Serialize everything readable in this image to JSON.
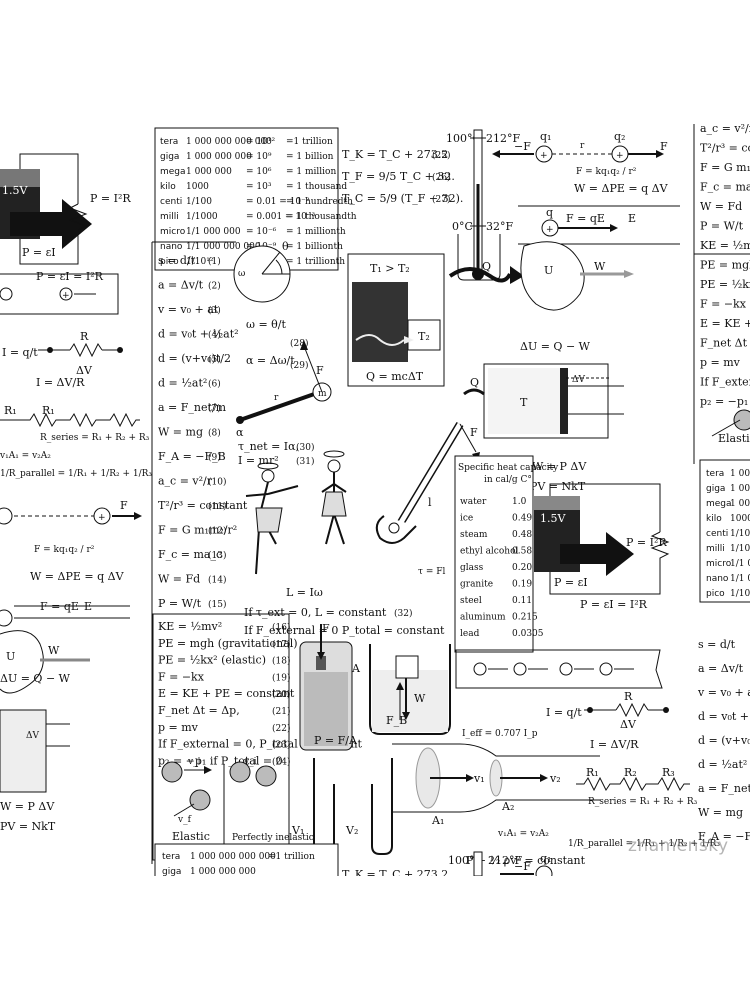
{
  "prefix_table": {
    "rows": [
      {
        "name": "tera",
        "value": "1 000 000 000 000",
        "power": "= 10¹²",
        "word": "=1 trillion"
      },
      {
        "name": "giga",
        "value": "1 000 000 000",
        "power": "= 10⁹",
        "word": "= 1 billion"
      },
      {
        "name": "mega",
        "value": "1 000 000",
        "power": "= 10⁶",
        "word": "= 1 million"
      },
      {
        "name": "kilo",
        "value": "1000",
        "power": "= 10³",
        "word": "= 1 thousand"
      },
      {
        "name": "centi",
        "value": "1/100",
        "power": "= 0.01 = 10⁻²",
        "word": "= 1 hundredth"
      },
      {
        "name": "milli",
        "value": "1/1000",
        "power": "= 0.001 = 10⁻³",
        "word": "= 1 thousandth"
      },
      {
        "name": "micro",
        "value": "1/1 000 000",
        "power": "= 10⁻⁶",
        "word": "= 1 millionth"
      },
      {
        "name": "nano",
        "value": "1/1 000 000 000",
        "power": "= 10⁻⁹",
        "word": "= 1 billionth"
      },
      {
        "name": "pico",
        "value": "1/10¹²",
        "power": "= 10⁻¹²",
        "word": "= 1 trillionth"
      }
    ]
  },
  "temperature": {
    "eqs": [
      "T_K = T_C + 273.2",
      "T_F = 9/5 T_C + 32.",
      "T_C = 5/9 (T_F − 32)."
    ],
    "nums": [
      "(25)",
      "(26)",
      "(27)"
    ]
  },
  "thermometer": {
    "c100": "100°C",
    "f212": "212°F",
    "c0": "0°C",
    "f32": "32°F"
  },
  "coulomb": {
    "q1": "q₁",
    "q2": "q₂",
    "r": "r",
    "F": "F",
    "minusF": "−F",
    "eq": "F = kq₁q₂ / r²",
    "w": "W = ΔPE = q ΔV",
    "q": "q",
    "feq": "F = qE",
    "E": "E"
  },
  "battery": {
    "label": "1.5V",
    "p": "P = I²R",
    "pe": "P = εI",
    "pei": "P = εI = I²R"
  },
  "current": {
    "i": "I = q/t",
    "r": "R",
    "dv": "ΔV",
    "ir": "I = ΔV/R"
  },
  "kinematics": {
    "items": [
      {
        "eq": "s = d/t",
        "n": "(1)"
      },
      {
        "eq": "a = Δv/t",
        "n": "(2)"
      },
      {
        "eq": "v = v₀ + at",
        "n": "(3)"
      },
      {
        "eq": "d = v₀t + ½at²",
        "n": "(4)"
      },
      {
        "eq": "d = (v+v₀)t/2",
        "n": "(5)"
      },
      {
        "eq": "d = ½at²",
        "n": "(6)"
      },
      {
        "eq": "a = F_net/m",
        "n": "(7)"
      },
      {
        "eq": "W = mg",
        "n": "(8)"
      },
      {
        "eq": "F_A = −F_B",
        "n": "(9)"
      },
      {
        "eq": "a_c = v²/r",
        "n": "(10)"
      },
      {
        "eq": "T²/r³ = constant",
        "n": "(11)"
      },
      {
        "eq": "F = G m₁m₂/r²",
        "n": "(12)"
      },
      {
        "eq": "F_c = ma_c",
        "n": "(13)"
      },
      {
        "eq": "W = Fd",
        "n": "(14)"
      },
      {
        "eq": "P = W/t",
        "n": "(15)"
      }
    ]
  },
  "rotation": {
    "w": "ω = θ/t",
    "wn": "(28)",
    "a": "α = Δω/t",
    "an": "(29)",
    "theta": "θ",
    "omega": "ω",
    "alpha": "α",
    "r": "r",
    "m": "m",
    "F": "F",
    "tau": "τ_net = Iα,",
    "taun": "(30)",
    "i": "I = mr²",
    "in": "(31)",
    "L": "L = Iω",
    "lc": "If τ_ext = 0,   L = constant",
    "lcn": "(32)",
    "pc": "If F_external = 0   P_total = constant"
  },
  "heat": {
    "t12": "T₁ > T₂",
    "t2": "T₂",
    "q": "Q",
    "qeq": "Q = mcΔT",
    "U": "U",
    "W": "W",
    "du": "ΔU = Q − W",
    "dv": "ΔV",
    "T": "T",
    "wp": "W = P ΔV",
    "pv": "PV = NkT"
  },
  "wrench": {
    "F": "F",
    "l": "l",
    "tau": "τ = Fl"
  },
  "specific_heat": {
    "title": "Specific heat capacity",
    "unit": "in cal/g C°",
    "rows": [
      [
        "water",
        "1.0"
      ],
      [
        "ice",
        "0.49"
      ],
      [
        "steam",
        "0.48"
      ],
      [
        "ethyl alcohol",
        "0.58"
      ],
      [
        "glass",
        "0.20"
      ],
      [
        "granite",
        "0.19"
      ],
      [
        "steel",
        "0.11"
      ],
      [
        "aluminum",
        "0.215"
      ],
      [
        "lead",
        "0.0305"
      ]
    ]
  },
  "energy": {
    "items": [
      {
        "eq": "KE = ½mv²",
        "n": "(16)"
      },
      {
        "eq": "PE = mgh   (gravitational)",
        "n": "(17)"
      },
      {
        "eq": "PE = ½kx²   (elastic)",
        "n": "(18)"
      },
      {
        "eq": "F = −kx",
        "n": "(19)"
      },
      {
        "eq": "E = KE + PE = constant",
        "n": "(20)"
      },
      {
        "eq": "F_net Δt = Δp,",
        "n": "(21)"
      },
      {
        "eq": "p = mv",
        "n": "(22)"
      },
      {
        "eq": "If F_external = 0,  P_total = constant",
        "n": "(23)"
      },
      {
        "eq": "p₂ = −p₁  if  P_total = 0",
        "n": "(24)"
      }
    ],
    "elastic": "Elastic",
    "inelastic": "Perfectly inelastic",
    "vf": "v_f",
    "vi": "v_i"
  },
  "fluids": {
    "F": "F",
    "A": "A",
    "W": "W",
    "FB": "F_B",
    "p": "P = F/A",
    "v1": "V₁",
    "v2": "V₂",
    "a1": "A₁",
    "a2": "A₂",
    "vv1": "v₁",
    "vv2": "v₂",
    "cont": "v₁A₁ = v₂A₂",
    "bern": "P + ½ ρv² = constant",
    "ieff": "I_eff = 0.707  I_p"
  },
  "resistors": {
    "r1": "R₁",
    "r2": "R₂",
    "r3": "R₃",
    "series": "R_series = R₁ + R₂ + R₃",
    "parallel": "1/R_parallel = 1/R₁ + 1/R₂ + 1/R₃"
  },
  "right_col": {
    "items": [
      "a_c = v²/r",
      "T²/r³ = cons",
      "F = G m₁m/r²",
      "F_c = ma_c",
      "W = Fd",
      "P = W/t",
      "KE = ½mv²",
      "PE = mgh",
      "PE = ½kx²",
      "F = −kx",
      "E = KE + PE",
      "F_net Δt = Δp",
      "p = mv",
      "If F_external =",
      "p₂ = −p₁  if"
    ]
  },
  "watermark": "znamensky"
}
